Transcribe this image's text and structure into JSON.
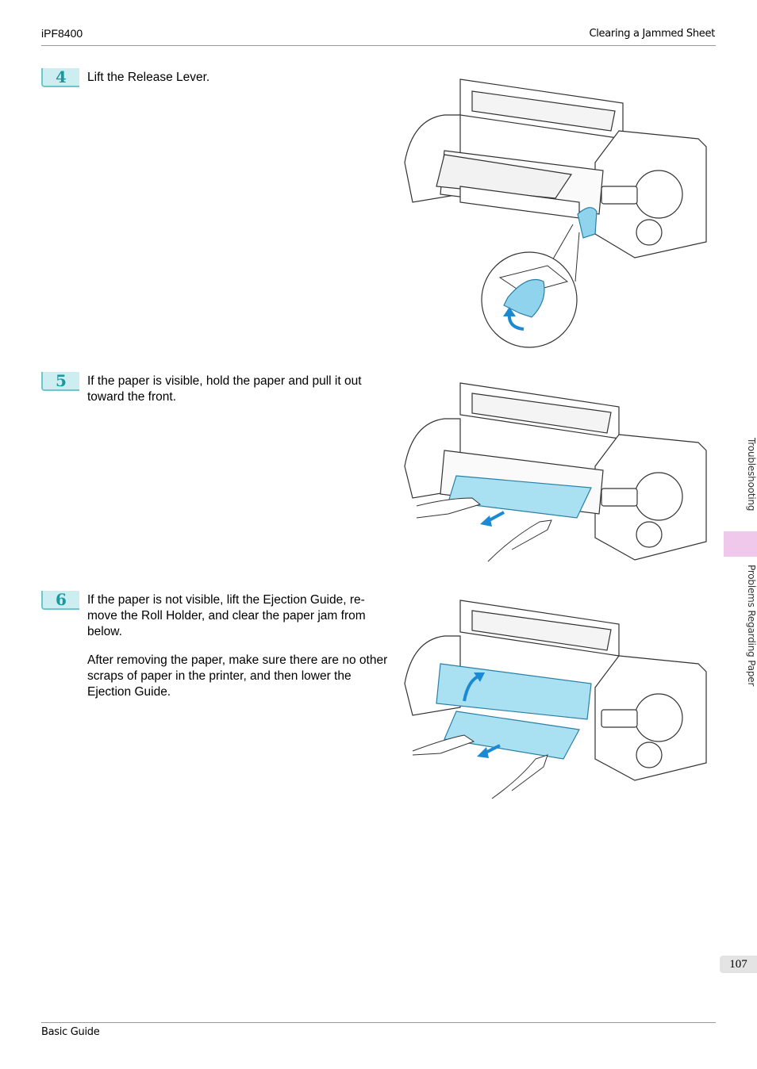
{
  "header": {
    "model": "iPF8400",
    "section_title": "Clearing a Jammed Sheet"
  },
  "steps": [
    {
      "number": "4",
      "paragraphs": [
        "Lift the Release Lever."
      ]
    },
    {
      "number": "5",
      "paragraphs": [
        "If the paper is visible, hold the paper and pull it out toward the front."
      ]
    },
    {
      "number": "6",
      "paragraphs": [
        "If the paper is not visible, lift the Ejection Guide, re-move the Roll Holder, and clear the paper jam from below.",
        "After removing the paper, make sure there are no other scraps of paper in the printer, and then lower the Ejection Guide."
      ]
    }
  ],
  "side_tabs": {
    "chapter": "Troubleshooting",
    "section": "Problems Regarding Paper"
  },
  "page_number": "107",
  "footer": {
    "guide": "Basic Guide"
  },
  "colors": {
    "accent_teal": "#17999f",
    "step_bg": "#cdeef0",
    "paper_blue": "#a9e1f3",
    "tab_pink": "#f0c8ec"
  }
}
